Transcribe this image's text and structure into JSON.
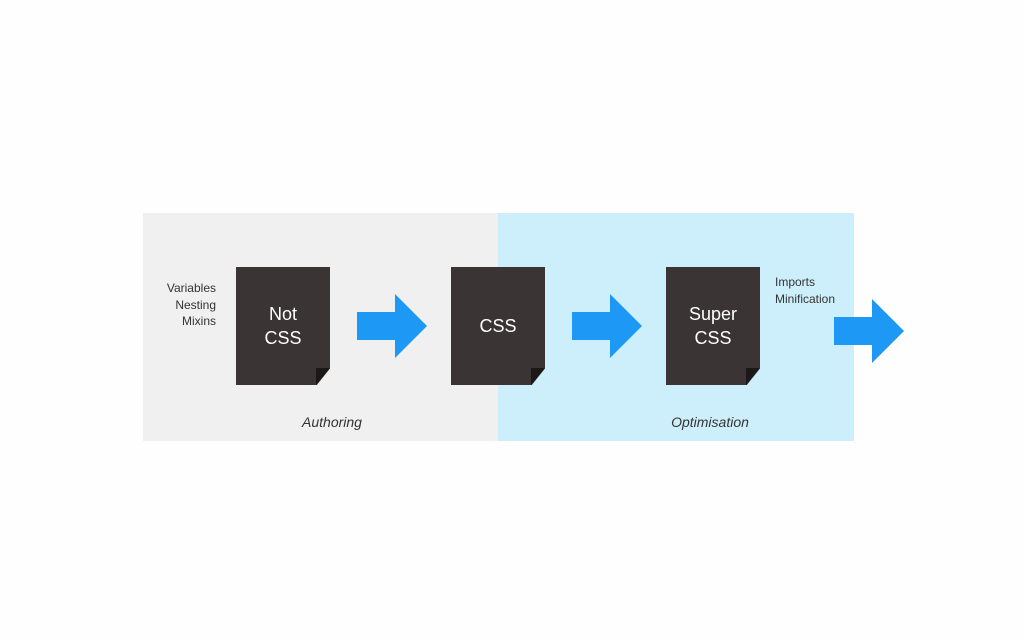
{
  "colors": {
    "authoring_bg": "#f0f0f0",
    "optimisation_bg": "#cdeffb",
    "document": "#3a3434",
    "arrow": "#1e98f5"
  },
  "input_features": [
    "Variables",
    "Nesting",
    "Mixins"
  ],
  "output_features": [
    "Imports",
    "Minification"
  ],
  "documents": {
    "not_css": "Not\nCSS",
    "css": "CSS",
    "super_css": "Super\nCSS"
  },
  "stages": {
    "authoring": "Authoring",
    "optimisation": "Optimisation"
  },
  "icons": {
    "arrow": "right-arrow-icon",
    "document": "document-icon"
  }
}
